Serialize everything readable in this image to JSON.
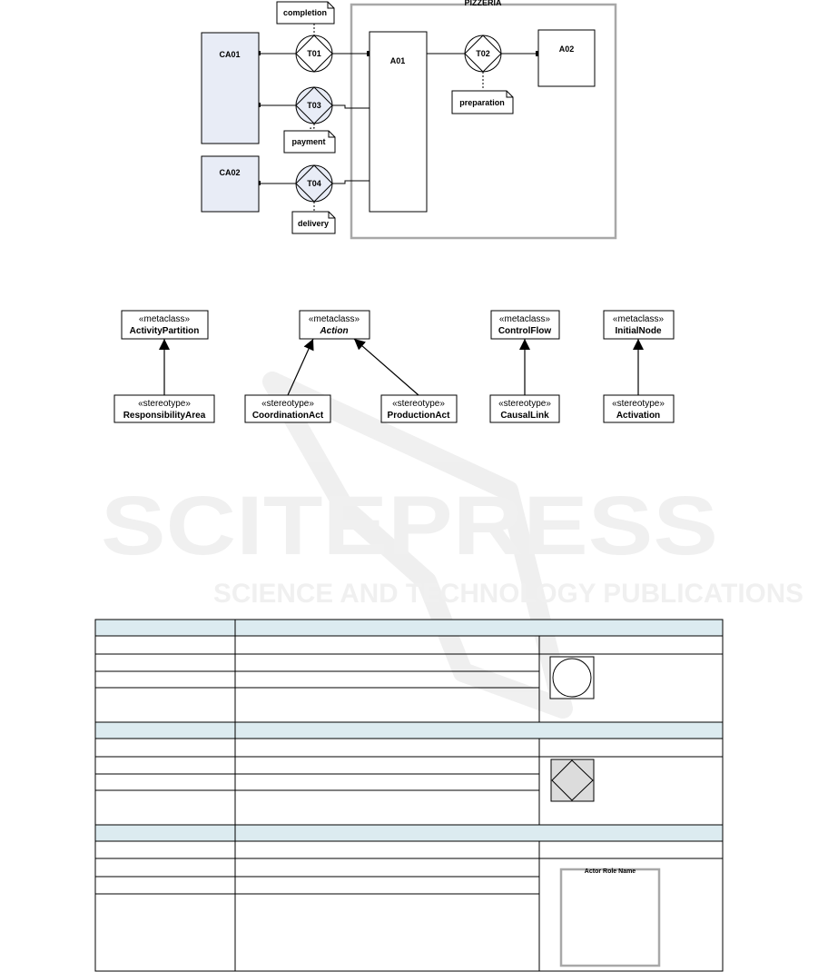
{
  "pizzeria_diagram": {
    "boundary_title": "PIZZERIA",
    "actors": [
      "CA01",
      "CA02",
      "A01",
      "A02"
    ],
    "transactions": [
      "T01",
      "T02",
      "T03",
      "T04"
    ],
    "notes": [
      "completion",
      "preparation",
      "payment",
      "delivery"
    ]
  },
  "profile_diagram": {
    "metaclasses": [
      {
        "keyword": "«metaclass»",
        "name": "ActivityPartition"
      },
      {
        "keyword": "«metaclass»",
        "name": "Action"
      },
      {
        "keyword": "«metaclass»",
        "name": "ControlFlow"
      },
      {
        "keyword": "«metaclass»",
        "name": "InitialNode"
      }
    ],
    "stereotypes": [
      {
        "keyword": "«stereotype»",
        "name": "ResponsibilityArea"
      },
      {
        "keyword": "«stereotype»",
        "name": "CoordinationAct"
      },
      {
        "keyword": "«stereotype»",
        "name": "ProductionAct"
      },
      {
        "keyword": "«stereotype»",
        "name": "CausalLink"
      },
      {
        "keyword": "«stereotype»",
        "name": "Activation"
      }
    ]
  },
  "watermark": {
    "line1": "SCITEPRESS",
    "line2": "SCIENCE AND TECHNOLOGY PUBLICATIONS"
  },
  "table": {
    "symbol_label": "Actor Role Name"
  },
  "colors": {
    "actor_fill": "#e8ecf6",
    "header_fill": "#dcebf0",
    "boundary_stroke": "#a8a8a8",
    "diamond_fill": "#dcdcdc"
  }
}
